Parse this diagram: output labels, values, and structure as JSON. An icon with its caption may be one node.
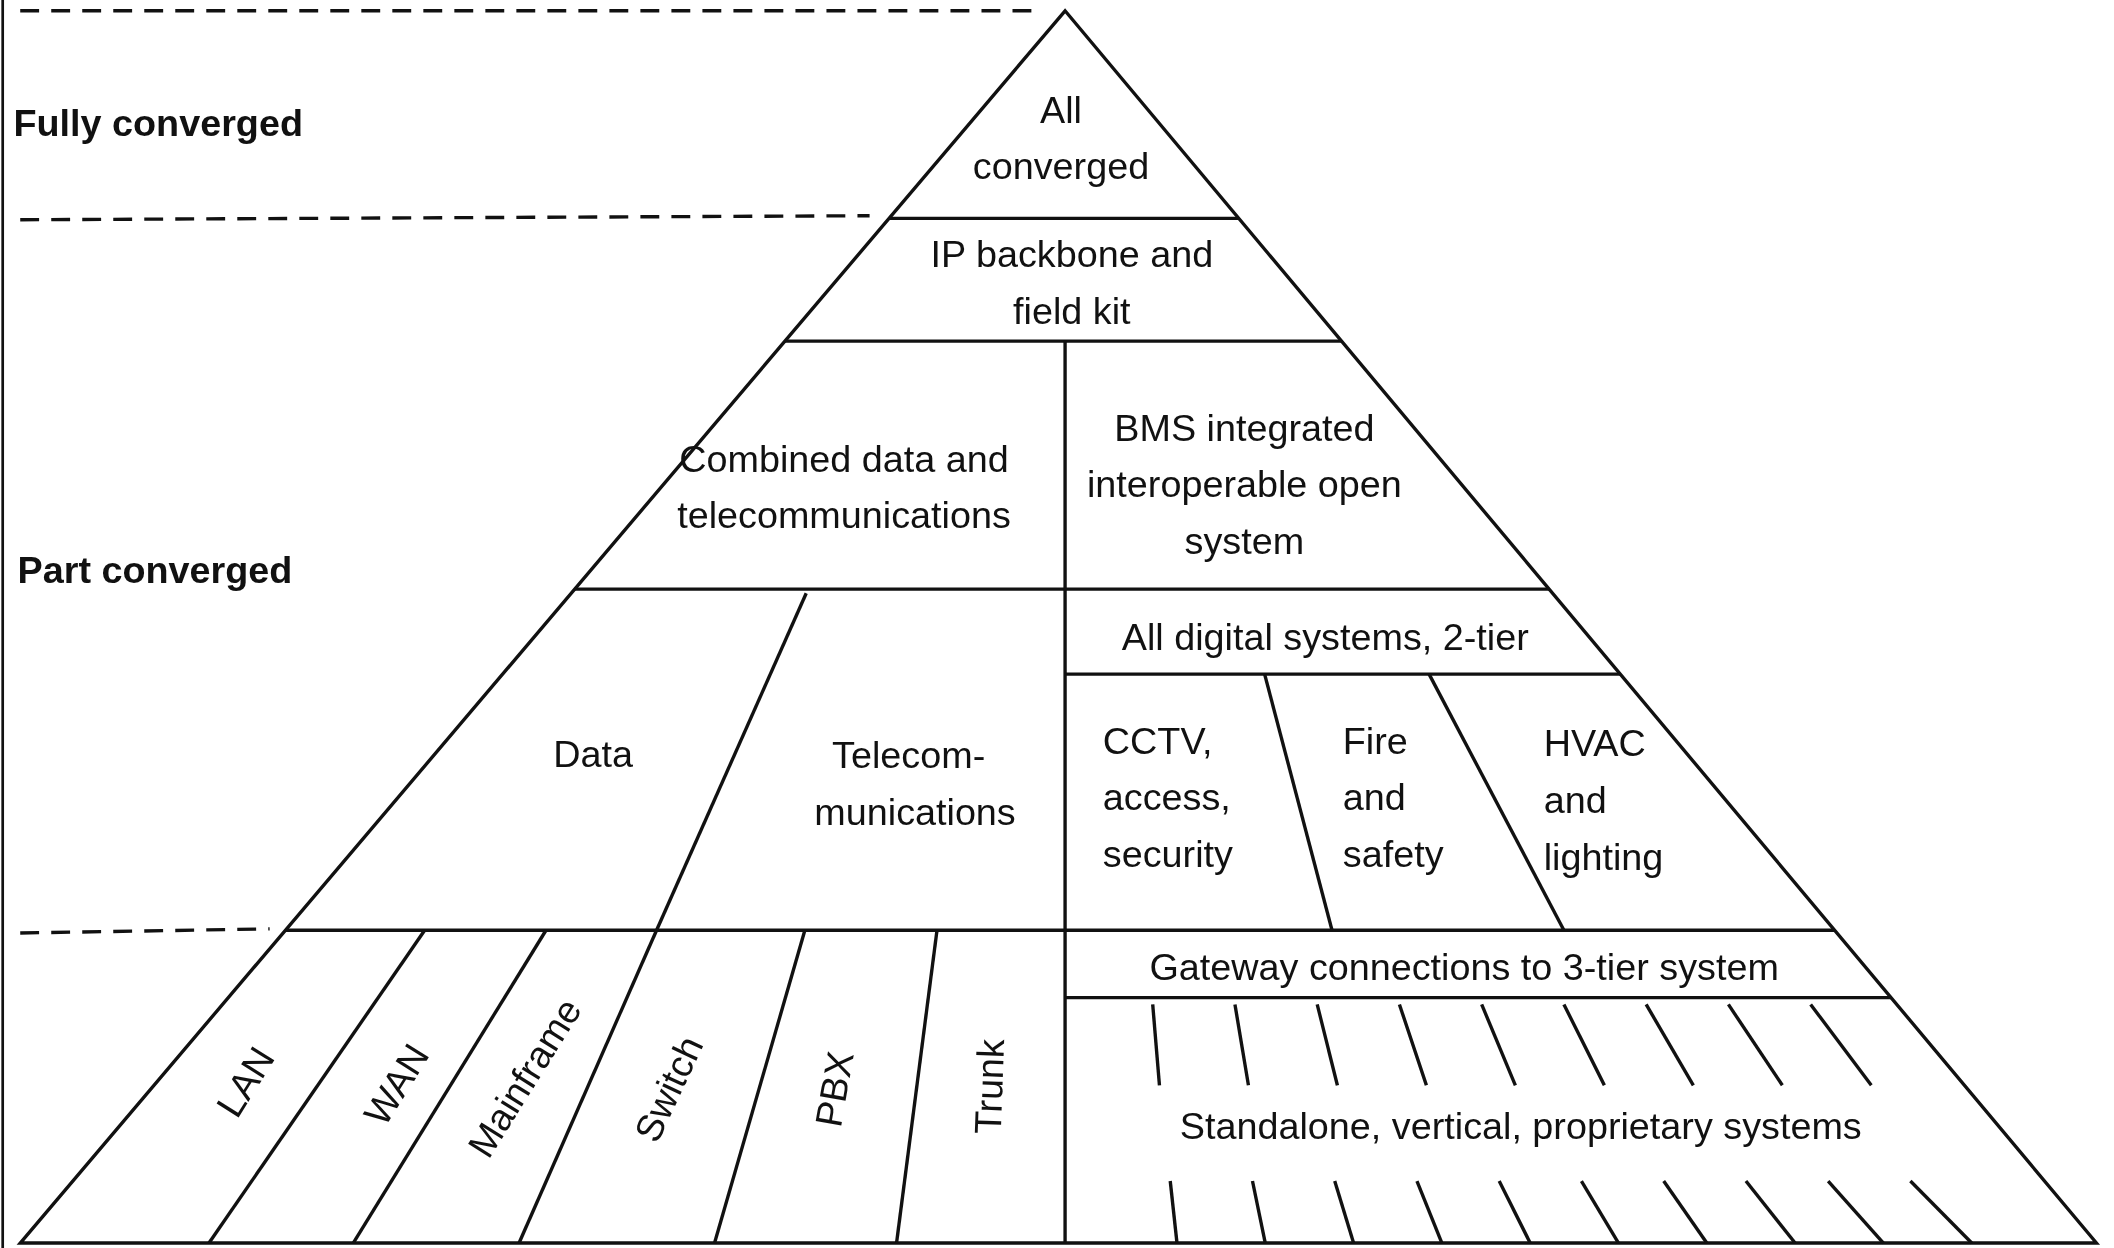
{
  "diagram": {
    "nodes": [
      {
        "text": [
          "All converged"
        ]
      },
      {
        "text": [
          "IP backbone and field kit"
        ]
      },
      {
        "text": [
          "Combined data and telecommunications"
        ]
      },
      {
        "text": [
          "BMS integrated interoperable open system"
        ]
      },
      {
        "text": [
          "Data"
        ]
      },
      {
        "text": [
          "Telecom- munications"
        ]
      },
      {
        "text": [
          "All digital systems, 2-tier"
        ]
      },
      {
        "text": [
          "CCTV, access, security"
        ]
      },
      {
        "text": [
          "Fire and safety"
        ]
      },
      {
        "text": [
          "HVAC and lighting"
        ]
      },
      {
        "text": [
          "Gateway connections to 3-tier system"
        ]
      },
      {
        "text": [
          "LAN"
        ]
      },
      {
        "text": [
          "WAN"
        ]
      },
      {
        "text": [
          "Mainframe"
        ]
      },
      {
        "text": [
          "Switch"
        ]
      },
      {
        "text": [
          "PBX"
        ]
      },
      {
        "text": [
          "Trunk"
        ]
      },
      {
        "text": [
          "Standalone, vertical, proprietary systems"
        ]
      }
    ],
    "labels": [
      "Fully converged",
      "Part converged"
    ]
  }
}
